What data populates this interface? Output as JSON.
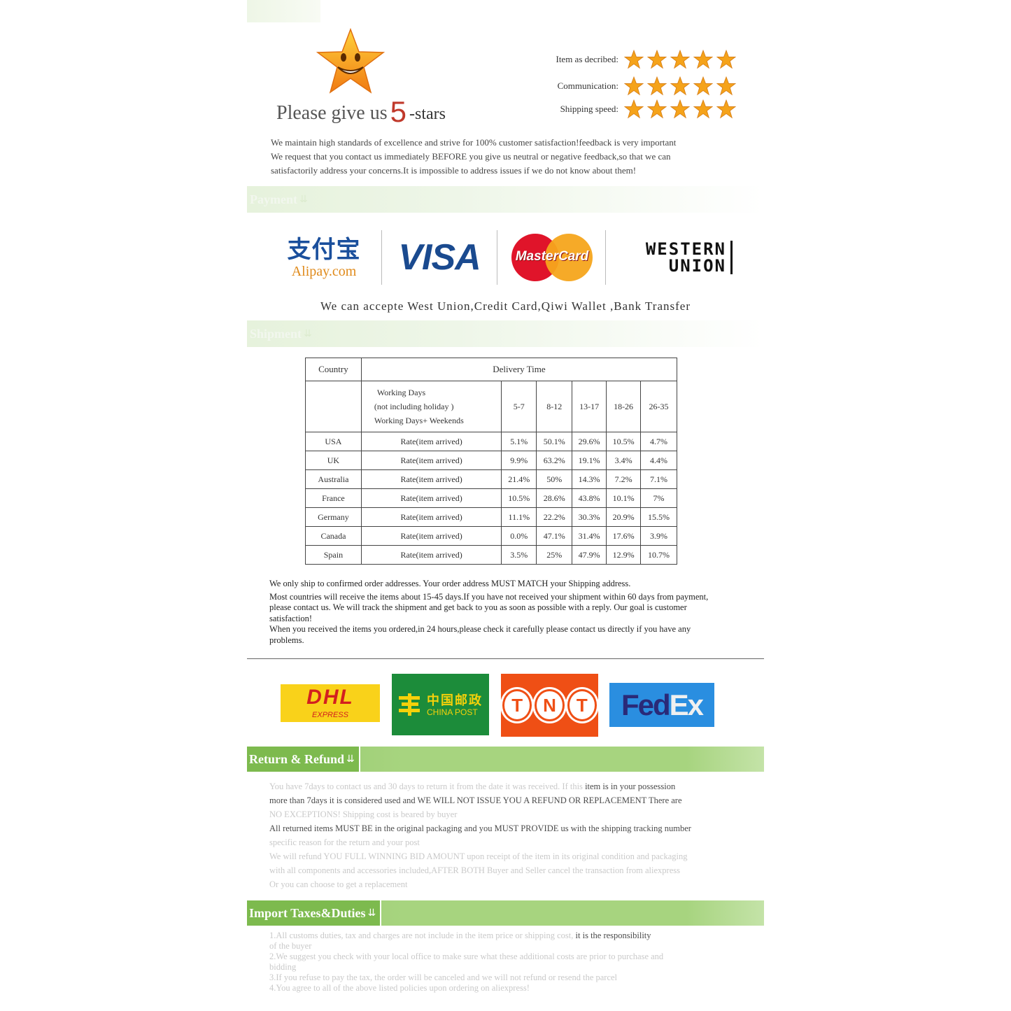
{
  "rating": {
    "prompt_before": "Please give us",
    "prompt_number": "5",
    "prompt_after": "-stars",
    "rows": [
      {
        "label": "Item as decribed:",
        "stars": 5
      },
      {
        "label": "Communication:",
        "stars": 5
      },
      {
        "label": "Shipping speed:",
        "stars": 5
      }
    ],
    "star_color": "#f5a31a"
  },
  "intro": {
    "lines": [
      "We maintain high standards of excellence and strive for 100% customer satisfaction!feedback is very important",
      "We request that you contact us immediately BEFORE you give us neutral or negative feedback,so that we can",
      "satisfactorily address your concerns.It is impossible to address issues if we do not know about them!"
    ]
  },
  "sections": {
    "payment": "Payment",
    "shipment": "Shipment",
    "returns": "Return & Refund",
    "taxes": "Import Taxes&Duties"
  },
  "payment": {
    "alipay_cn": "支付宝",
    "alipay_en": "Alipay.com",
    "visa": "VISA",
    "mastercard": "MasterCard",
    "western_union_1": "WESTERN",
    "western_union_2": "UNION",
    "caption": "We can accepte West Union,Credit Card,Qiwi Wallet ,Bank Transfer"
  },
  "delivery_table": {
    "country_header": "Country",
    "delivery_header": "Delivery Time",
    "note_lines": [
      "Working Days",
      "(not including holiday )",
      "Working Days+ Weekends"
    ],
    "ranges": [
      "5-7",
      "8-12",
      "13-17",
      "18-26",
      "26-35"
    ],
    "rows": [
      {
        "country": "USA",
        "label": "Rate(item arrived)",
        "values": [
          "5.1%",
          "50.1%",
          "29.6%",
          "10.5%",
          "4.7%"
        ]
      },
      {
        "country": "UK",
        "label": "Rate(item arrived)",
        "values": [
          "9.9%",
          "63.2%",
          "19.1%",
          "3.4%",
          "4.4%"
        ]
      },
      {
        "country": "Australia",
        "label": "Rate(item arrived)",
        "values": [
          "21.4%",
          "50%",
          "14.3%",
          "7.2%",
          "7.1%"
        ]
      },
      {
        "country": "France",
        "label": "Rate(item arrived)",
        "values": [
          "10.5%",
          "28.6%",
          "43.8%",
          "10.1%",
          "7%"
        ]
      },
      {
        "country": "Germany",
        "label": "Rate(item arrived)",
        "values": [
          "11.1%",
          "22.2%",
          "30.3%",
          "20.9%",
          "15.5%"
        ]
      },
      {
        "country": "Canada",
        "label": "Rate(item arrived)",
        "values": [
          "0.0%",
          "47.1%",
          "31.4%",
          "17.6%",
          "3.9%"
        ]
      },
      {
        "country": "Spain",
        "label": "Rate(item arrived)",
        "values": [
          "3.5%",
          "25%",
          "47.9%",
          "12.9%",
          "10.7%"
        ]
      }
    ]
  },
  "shipping_notes": [
    "We only ship to confirmed order addresses. Your order address MUST MATCH your Shipping address.",
    "Most countries will receive the items about 15-45 days.If you have not received your shipment within 60 days from payment, please contact us. We will track the shipment and get back to you as soon as possible with a reply. Our goal is customer satisfaction!",
    "When you received the items you ordered,in 24 hours,please check it carefully please contact us directly if you have any problems."
  ],
  "couriers": {
    "dhl": "DHL",
    "dhl_sub": "EXPRESS",
    "chinapost_cn": "中国邮政",
    "chinapost_en": "CHINA POST",
    "tnt": [
      "T",
      "N",
      "T"
    ],
    "fedex_fe": "Fed",
    "fedex_ex": "Ex"
  },
  "returns": [
    {
      "faint": "You have 7days to contact us and 30 days to return it from the date it was received. If this ",
      "dark": "item is in your possession"
    },
    {
      "faint": "",
      "dark": "more than 7days it is considered used and WE WILL NOT ISSUE YOU A REFUND OR REPLACEMENT There are"
    },
    {
      "faint": "NO EXCEPTIONS! Shipping cost is beared by buyer",
      "dark": ""
    },
    {
      "faint": "",
      "dark": "All returned items MUST BE in the original packaging and you MUST PROVIDE us with the shipping tracking number"
    },
    {
      "faint": "specific reason for the return and your post",
      "dark": ""
    },
    {
      "faint": "We will refund YOU FULL WINNING BID AMOUNT upon receipt of the item in its original condition and packaging",
      "dark": ""
    },
    {
      "faint": "with all components and accessories included,AFTER BOTH Buyer and Seller cancel the transaction from aliexpress",
      "dark": ""
    },
    {
      "faint": "Or you can choose to get a replacement",
      "dark": ""
    }
  ],
  "taxes": [
    {
      "faint": "1.All customs duties, tax and charges are not include in the item price or shipping cost, ",
      "dark": "it is the responsibility"
    },
    {
      "faint": "of the buyer",
      "dark": ""
    },
    {
      "faint": "2.We suggest you check with your local office to make sure what these additional costs are prior to purchase and",
      "dark": ""
    },
    {
      "faint": "bidding",
      "dark": ""
    },
    {
      "faint": "3.If you refuse to pay the tax, the order will be canceled and we will not refund or resend the parcel",
      "dark": ""
    },
    {
      "faint": "4.You agree to all of the above listed policies upon ordering on aliexpress!",
      "dark": ""
    }
  ]
}
